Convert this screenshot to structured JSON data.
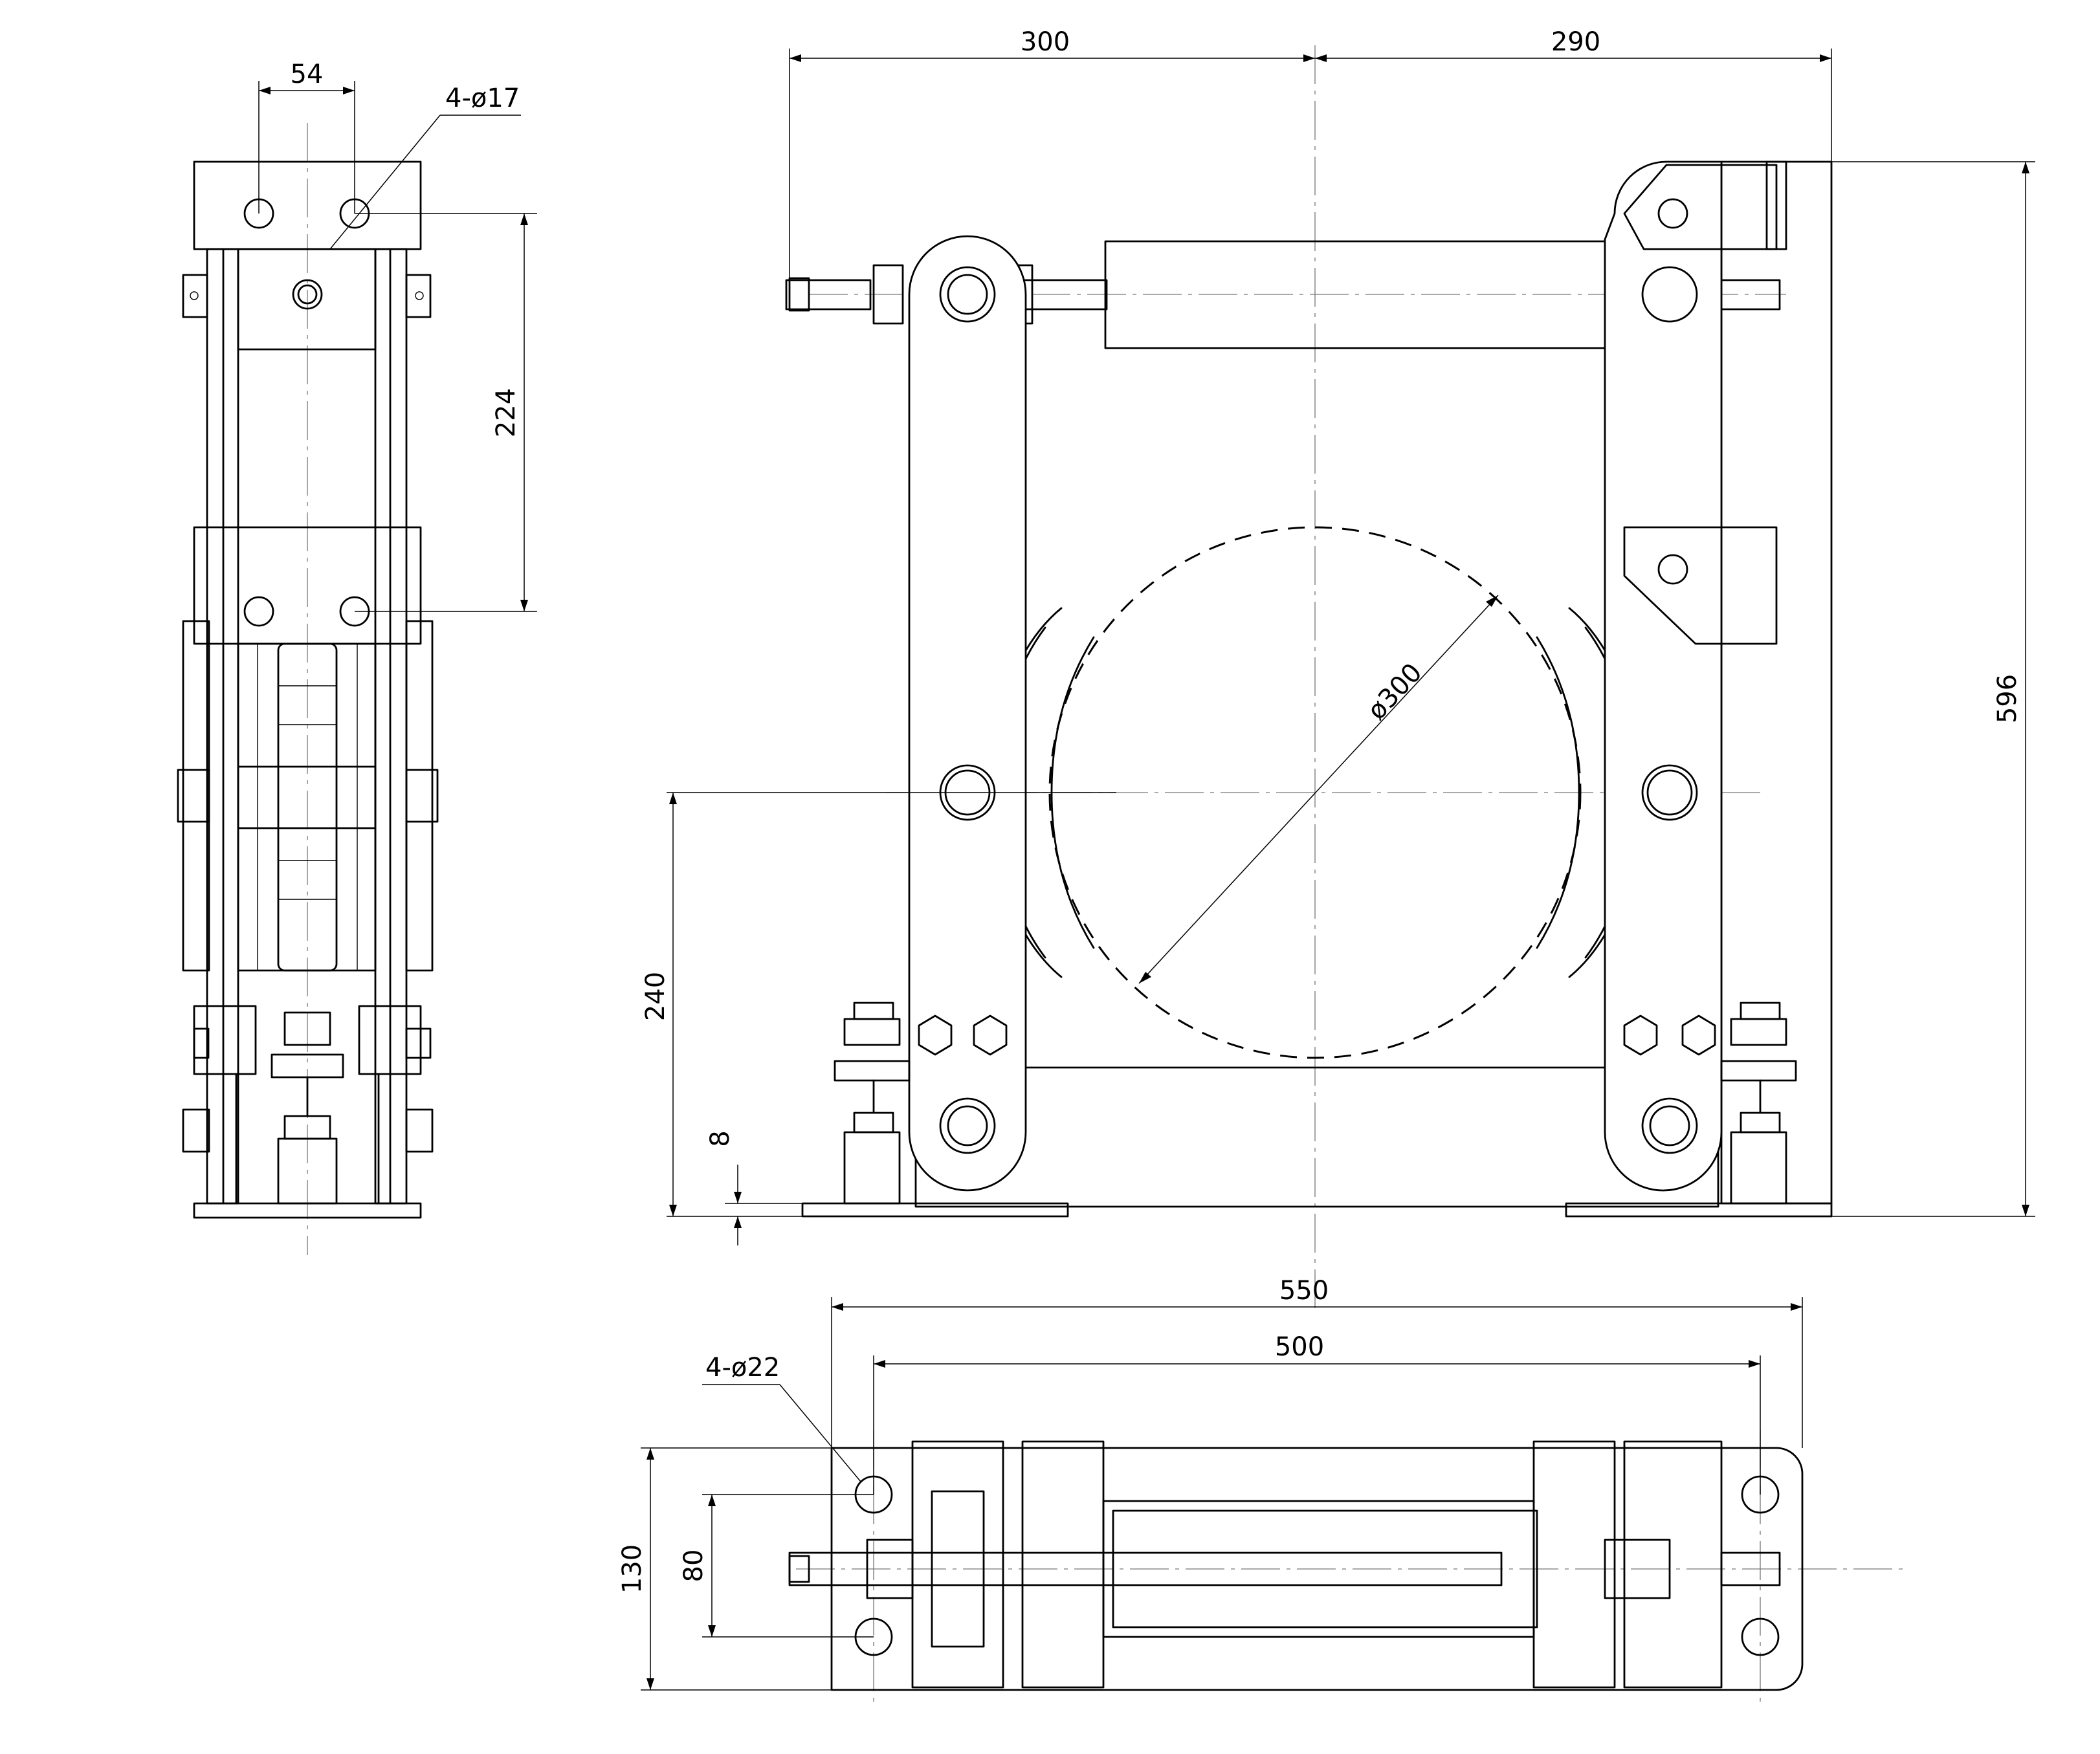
{
  "dimensions": {
    "side_bolt_spacing": "54",
    "side_holes": "4-ø17",
    "side_hole_vertical": "224",
    "top_left_span": "300",
    "top_right_span": "290",
    "drum_diameter": "ø300",
    "overall_height": "596",
    "center_height": "240",
    "base_thickness": "8",
    "overall_length": "550",
    "hole_spacing_length": "500",
    "base_holes": "4-ø22",
    "overall_width": "130",
    "hole_spacing_width": "80"
  }
}
